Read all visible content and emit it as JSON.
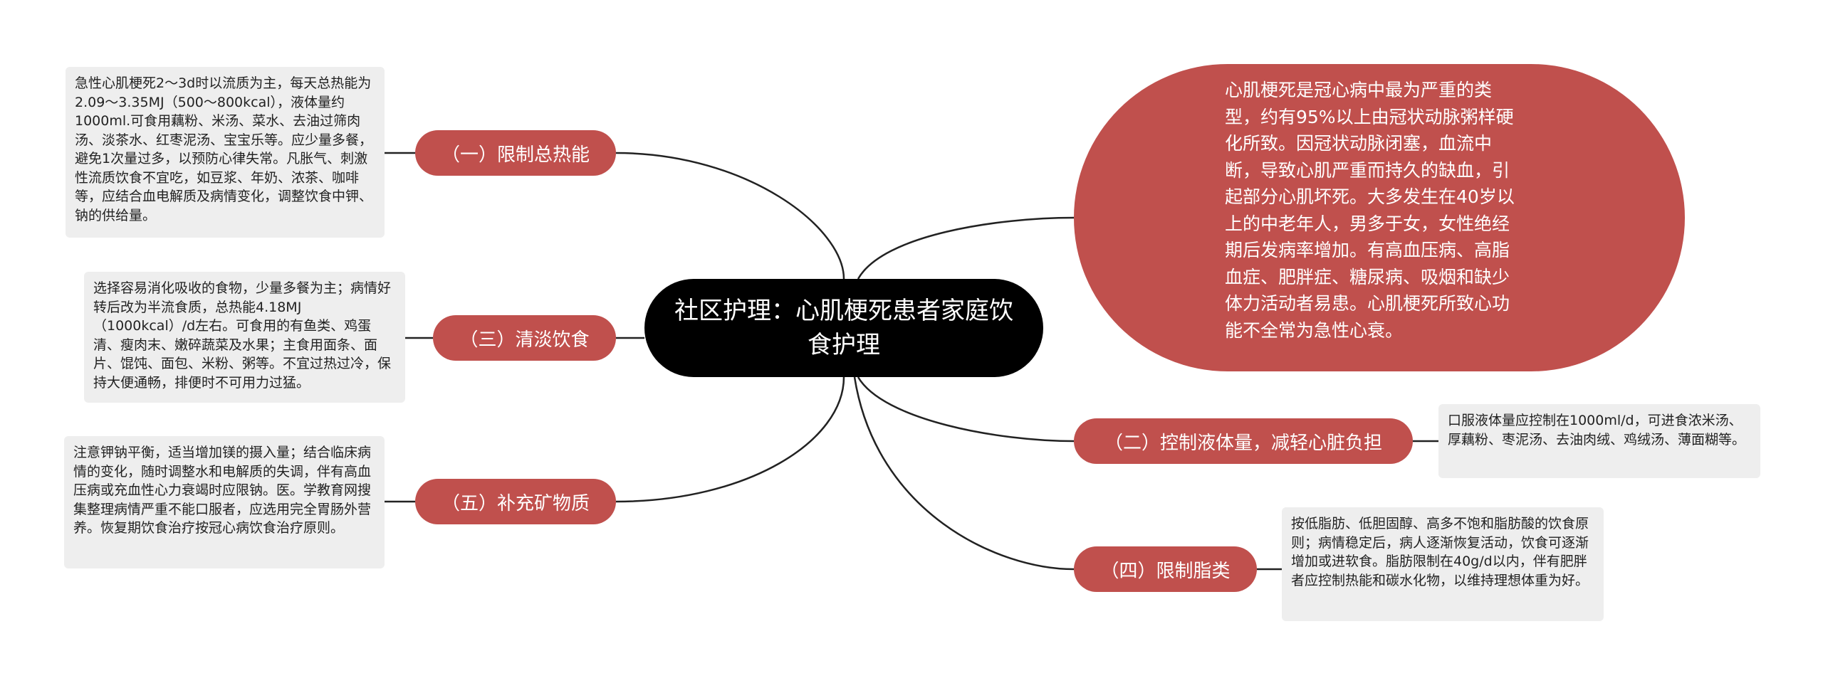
{
  "root": {
    "title": "社区护理：心肌梗死患者家庭饮食护理"
  },
  "overview": {
    "text": "心肌梗死是冠心病中最为严重的类型，约有95%以上由冠状动脉粥样硬化所致。因冠状动脉闭塞，血流中断，导致心肌严重而持久的缺血，引起部分心肌坏死。大多发生在40岁以上的中老年人，男多于女，女性绝经期后发病率增加。有高血压病、高脂血症、肥胖症、糖尿病、吸烟和缺少体力活动者易患。心肌梗死所致心功能不全常为急性心衰。"
  },
  "branches": {
    "b1": {
      "label": "（一）限制总热能",
      "note": "急性心肌梗死2～3d时以流质为主，每天总热能为2.09～3.35MJ（500～800kcal），液体量约1000ml.可食用藕粉、米汤、菜水、去油过筛肉汤、淡茶水、红枣泥汤、宝宝乐等。应少量多餐，避免1次量过多，以预防心律失常。凡胀气、刺激性流质饮食不宜吃，如豆浆、年奶、浓茶、咖啡等，应结合血电解质及病情变化，调整饮食中钾、钠的供给量。"
    },
    "b2": {
      "label": "（二）控制液体量，减轻心脏负担",
      "note": "口服液体量应控制在1000ml/d，可进食浓米汤、厚藕粉、枣泥汤、去油肉绒、鸡绒汤、薄面糊等。"
    },
    "b3": {
      "label": "（三）清淡饮食",
      "note": "选择容易消化吸收的食物，少量多餐为主；病情好转后改为半流食质，总热能4.18MJ（1000kcal）/d左右。可食用的有鱼类、鸡蛋清、瘦肉末、嫩碎蔬菜及水果；主食用面条、面片、馄饨、面包、米粉、粥等。不宜过热过冷，保持大便通畅，排便时不可用力过猛。"
    },
    "b4": {
      "label": "（四）限制脂类",
      "note": "按低脂肪、低胆固醇、高多不饱和脂肪酸的饮食原则；病情稳定后，病人逐渐恢复活动，饮食可逐渐增加或进软食。脂肪限制在40g/d以内，伴有肥胖者应控制热能和碳水化物，以维持理想体重为好。"
    },
    "b5": {
      "label": "（五）补充矿物质",
      "note": "注意钾钠平衡，适当增加镁的摄入量；结合临床病情的变化，随时调整水和电解质的失调，伴有高血压病或充血性心力衰竭时应限钠。医。学教育网搜集整理病情严重不能口服者，应选用完全胃肠外营养。恢复期饮食治疗按冠心病饮食治疗原则。"
    }
  },
  "colors": {
    "root_bg": "#000000",
    "branch_bg": "#c0504d",
    "note_bg": "#eeeeee",
    "line": "#222222"
  }
}
